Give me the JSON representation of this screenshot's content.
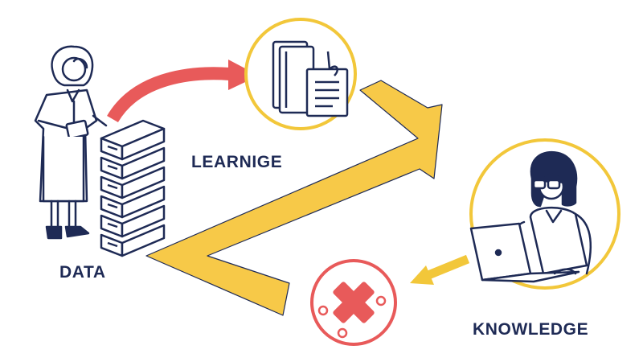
{
  "labels": {
    "data": "DATA",
    "learning": "LEARNIGE",
    "knowledge": "KNOWLEDGE"
  },
  "colors": {
    "navy": "#1e2a55",
    "yellow": "#f7c948",
    "red": "#e85a5a",
    "gold_ring": "#f2c73a",
    "white": "#ffffff"
  },
  "icons": [
    "woman-with-tablet-icon",
    "server-stack-icon",
    "books-and-document-icon",
    "woman-with-laptop-icon",
    "red-x-icon"
  ]
}
